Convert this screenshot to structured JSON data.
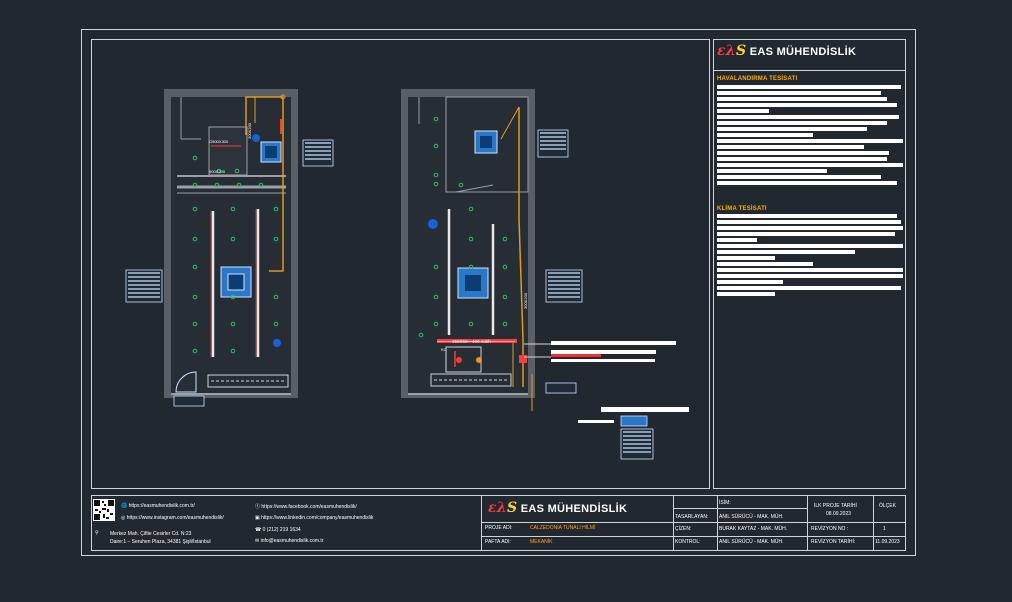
{
  "company": {
    "logo_mark": "ελ",
    "logo_mark_s": "S",
    "name": "EAS MÜHENDİSLİK"
  },
  "side_panel": {
    "sections": [
      {
        "title": "HAVALANDIRMA TESİSATI",
        "line_widths": [
          184,
          164,
          170,
          180,
          52,
          182,
          170,
          150,
          96,
          190,
          147,
          172,
          170,
          188,
          110,
          164,
          180
        ]
      },
      {
        "title": "KLİMA TESİSATI",
        "line_widths": [
          180,
          184,
          188,
          178,
          40,
          186,
          138,
          58,
          96,
          187,
          190,
          66,
          184,
          58
        ]
      }
    ]
  },
  "plan": {
    "labels": {
      "ornek1": "G500X300",
      "ornek2": "900X200",
      "fan_note": "150X50—400 m3/h",
      "duct_right": "300X200",
      "duct_vert": "300X200",
      "kc": "KC"
    }
  },
  "footer": {
    "website": "https://easmuhendislik.com.tr/",
    "instagram": "https://www.instagram.com/easmuhendislik/",
    "facebook": "https://www.facebook.com/easmuhendislik/",
    "linkedin": "https://www.linkedin.com/company/easmuhendislik",
    "address_line1": "Merkez Mah. Çiftie Cesirler Cd. N:23",
    "address_line2": "Daire:1 – Seruhen Plaza, 34381 Şişli/İstanbul",
    "phone": "0 (212) 219 1634",
    "email": "info@easmuhendislik.com.tr",
    "project_label": "PROJE ADI:",
    "project_value": "CALZEDONIA TUNALI HİLMİ",
    "sheet_label": "PAFTA ADI:",
    "sheet_value": "MEKANİK",
    "name_header": "İSİM:",
    "designer_label": "TASARLAYAN:",
    "designer_value": "ANIL SÜRÜCÜ - MAK. MÜH.",
    "drawn_label": "ÇİZEN:",
    "drawn_value": "BURAK KAYTAZ - MAK. MÜH.",
    "check_label": "KONTROL:",
    "check_value": "ANIL SÜRÜCÜ - MAK. MÜH.",
    "first_date_label": "İLK PROJE TARİHİ",
    "first_date_value": "08.09.2023",
    "scale_label": "ÖLÇEK",
    "revision_no_label": "REVİZYON NO :",
    "revision_no_value": "1",
    "revision_date_label": "REVİZYON TARİHİ:",
    "revision_date_value": "11.09.2023"
  }
}
